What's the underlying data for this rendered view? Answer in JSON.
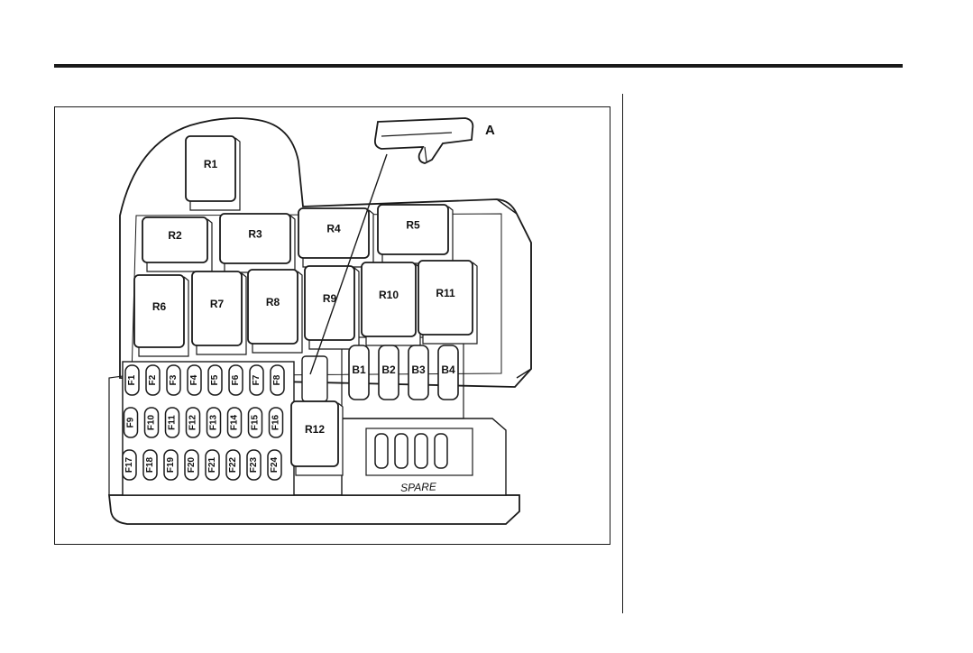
{
  "colors": {
    "outline": "#1a1a1a",
    "fill": "#ffffff",
    "shade": "#e9e9e9"
  },
  "diagram": {
    "callout": "A",
    "relays": [
      "R1",
      "R2",
      "R3",
      "R4",
      "R5",
      "R6",
      "R7",
      "R8",
      "R9",
      "R10",
      "R11",
      "R12"
    ],
    "fuses": [
      "F1",
      "F2",
      "F3",
      "F4",
      "F5",
      "F6",
      "F7",
      "F8",
      "F9",
      "F10",
      "F11",
      "F12",
      "F13",
      "F14",
      "F15",
      "F16",
      "F17",
      "F18",
      "F19",
      "F20",
      "F21",
      "F22",
      "F23",
      "F24"
    ],
    "big_fuses": [
      "B1",
      "B2",
      "B3",
      "B4"
    ],
    "spare_label": "SPARE"
  }
}
